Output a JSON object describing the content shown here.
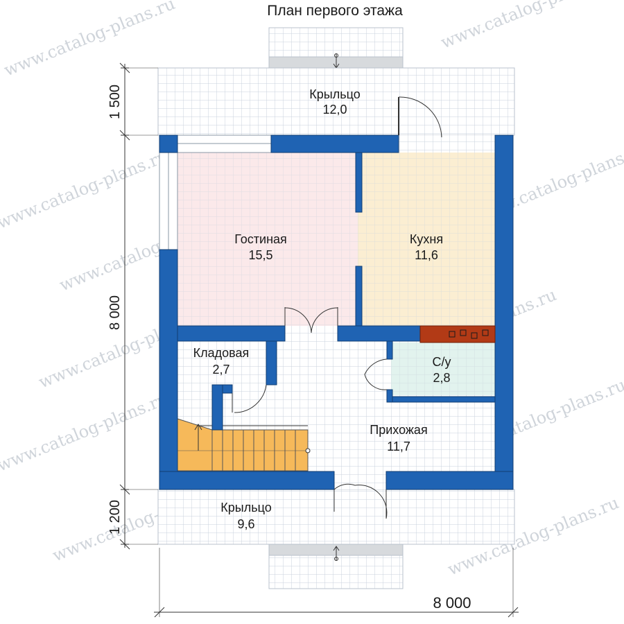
{
  "title": "План первого этажа",
  "watermark": "www.catalog-plans.ru",
  "rooms": {
    "porch_top": {
      "name": "Крыльцо",
      "area": "12,0"
    },
    "living": {
      "name": "Гостиная",
      "area": "15,5"
    },
    "kitchen": {
      "name": "Кухня",
      "area": "11,6"
    },
    "pantry": {
      "name": "Кладовая",
      "area": "2,7"
    },
    "bathroom": {
      "name": "С/у",
      "area": "2,8"
    },
    "hall": {
      "name": "Прихожая",
      "area": "11,7"
    },
    "porch_bottom": {
      "name": "Крыльцо",
      "area": "9,6"
    }
  },
  "dimensions": {
    "porch_top_depth": "1 500",
    "house_depth": "8 000",
    "porch_bottom_depth": "1 200",
    "house_width": "8 000"
  },
  "colors": {
    "wall": "#1f63b3",
    "living_floor": "#fbe9ea",
    "kitchen_floor": "#fbeed2",
    "bathroom_floor": "#e2f3ee",
    "stairs": "#f6b95a",
    "stove": "#b23a16",
    "grid_tile": "#c8d2dc"
  }
}
